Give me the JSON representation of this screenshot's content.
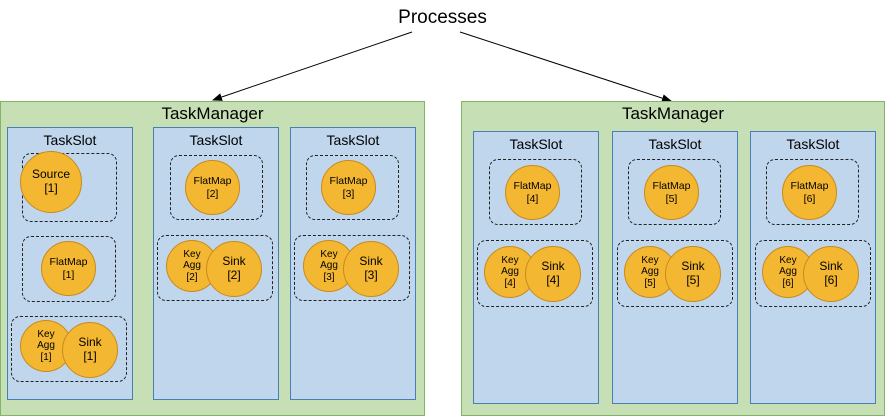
{
  "title": "Processes",
  "task_managers": [
    {
      "label": "TaskManager",
      "slots": [
        {
          "label": "TaskSlot",
          "groups": [
            {
              "ops": [
                {
                  "name": "Source",
                  "id": "[1]"
                }
              ]
            },
            {
              "ops": [
                {
                  "name": "FlatMap",
                  "id": "[1]"
                }
              ]
            },
            {
              "ops": [
                {
                  "name": "Key\nAgg",
                  "id": "[1]"
                },
                {
                  "name": "Sink",
                  "id": "[1]"
                }
              ]
            }
          ]
        },
        {
          "label": "TaskSlot",
          "groups": [
            {
              "ops": [
                {
                  "name": "FlatMap",
                  "id": "[2]"
                }
              ]
            },
            {
              "ops": [
                {
                  "name": "Key\nAgg",
                  "id": "[2]"
                },
                {
                  "name": "Sink",
                  "id": "[2]"
                }
              ]
            }
          ]
        },
        {
          "label": "TaskSlot",
          "groups": [
            {
              "ops": [
                {
                  "name": "FlatMap",
                  "id": "[3]"
                }
              ]
            },
            {
              "ops": [
                {
                  "name": "Key\nAgg",
                  "id": "[3]"
                },
                {
                  "name": "Sink",
                  "id": "[3]"
                }
              ]
            }
          ]
        }
      ]
    },
    {
      "label": "TaskManager",
      "slots": [
        {
          "label": "TaskSlot",
          "groups": [
            {
              "ops": [
                {
                  "name": "FlatMap",
                  "id": "[4]"
                }
              ]
            },
            {
              "ops": [
                {
                  "name": "Key\nAgg",
                  "id": "[4]"
                },
                {
                  "name": "Sink",
                  "id": "[4]"
                }
              ]
            }
          ]
        },
        {
          "label": "TaskSlot",
          "groups": [
            {
              "ops": [
                {
                  "name": "FlatMap",
                  "id": "[5]"
                }
              ]
            },
            {
              "ops": [
                {
                  "name": "Key\nAgg",
                  "id": "[5]"
                },
                {
                  "name": "Sink",
                  "id": "[5]"
                }
              ]
            }
          ]
        },
        {
          "label": "TaskSlot",
          "groups": [
            {
              "ops": [
                {
                  "name": "FlatMap",
                  "id": "[6]"
                }
              ]
            },
            {
              "ops": [
                {
                  "name": "Key\nAgg",
                  "id": "[6]"
                },
                {
                  "name": "Sink",
                  "id": "[6]"
                }
              ]
            }
          ]
        }
      ]
    }
  ]
}
